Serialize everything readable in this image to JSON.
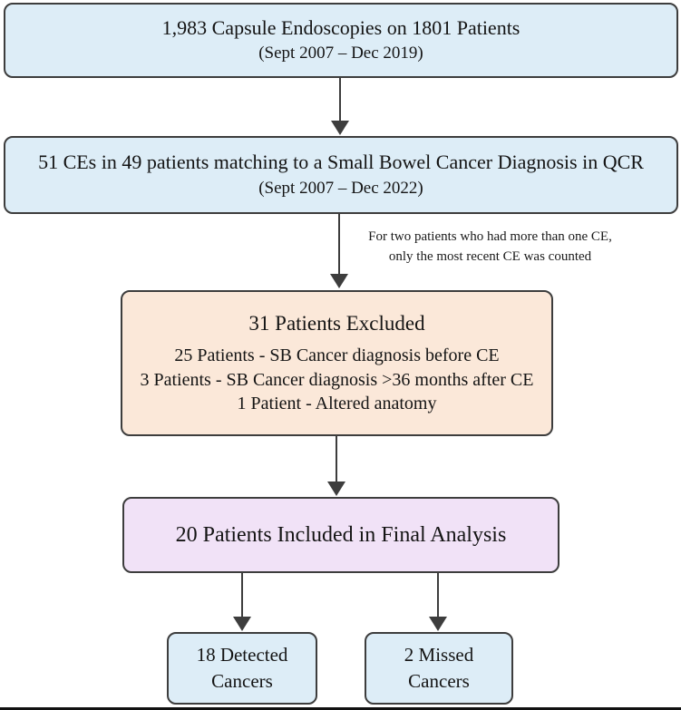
{
  "figure": {
    "boxes": {
      "total_ce": {
        "line1": "1,983 Capsule Endoscopies on 1801 Patients",
        "line2": "(Sept 2007 – Dec 2019)"
      },
      "qcr_match": {
        "line1": "51 CEs in 49 patients matching to a Small Bowel Cancer Diagnosis in QCR",
        "line2": "(Sept 2007 – Dec 2022)"
      },
      "excluded": {
        "heading": "31 Patients Excluded",
        "details": [
          "25 Patients - SB Cancer diagnosis before CE",
          "3 Patients - SB Cancer diagnosis >36 months after CE",
          "1 Patient - Altered anatomy"
        ]
      },
      "included": {
        "text": "20 Patients Included in Final Analysis"
      },
      "detected": {
        "line1": "18 Detected",
        "line2": "Cancers"
      },
      "missed": {
        "line1": "2 Missed",
        "line2": "Cancers"
      }
    },
    "annotation": {
      "line1": "For two patients who had more than one CE,",
      "line2": "only the most recent CE was counted"
    },
    "colors": {
      "blue_fill": "#ddedf7",
      "peach_fill": "#fbe8d9",
      "purple_fill": "#f1e2f7",
      "border": "#3d3d3d",
      "arrow": "#3d3d3d"
    }
  }
}
